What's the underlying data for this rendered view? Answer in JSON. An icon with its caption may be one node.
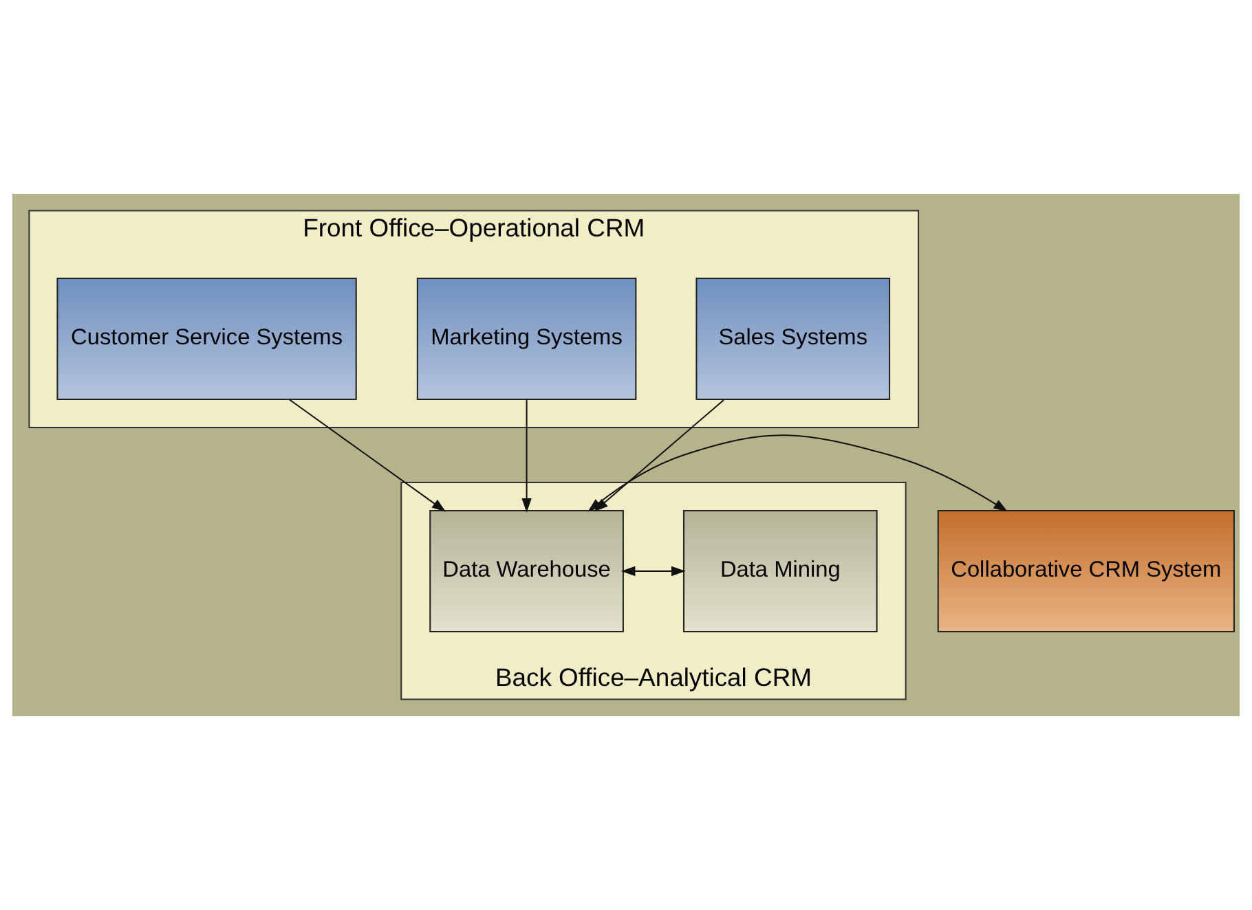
{
  "diagram": {
    "nodes": [
      {
        "text": [
          "Front Office–Operational CRM"
        ]
      },
      {
        "text": [
          "Sales Systems"
        ],
        "in": 0
      },
      {
        "text": [
          "Marketing Systems"
        ],
        "in": 0
      },
      {
        "text": [
          "Customer Service Systems"
        ],
        "in": 0
      },
      {
        "text": [
          "Back Office–Analytical CRM"
        ]
      },
      {
        "text": [
          "Collaborative CRM System"
        ]
      },
      {
        "text": [
          "Data Warehouse"
        ],
        "in": 4
      },
      {
        "text": [
          "Data Mining"
        ],
        "in": 4
      }
    ],
    "edges": [
      {
        "from": 1,
        "to": 6,
        "arrow": "to"
      },
      {
        "from": 2,
        "to": 6,
        "arrow": "to"
      },
      {
        "from": 3,
        "to": 6,
        "arrow": "to"
      },
      {
        "from": 5,
        "to": 6,
        "arrow": "both"
      },
      {
        "from": 6,
        "to": 7,
        "arrow": "both"
      }
    ]
  }
}
